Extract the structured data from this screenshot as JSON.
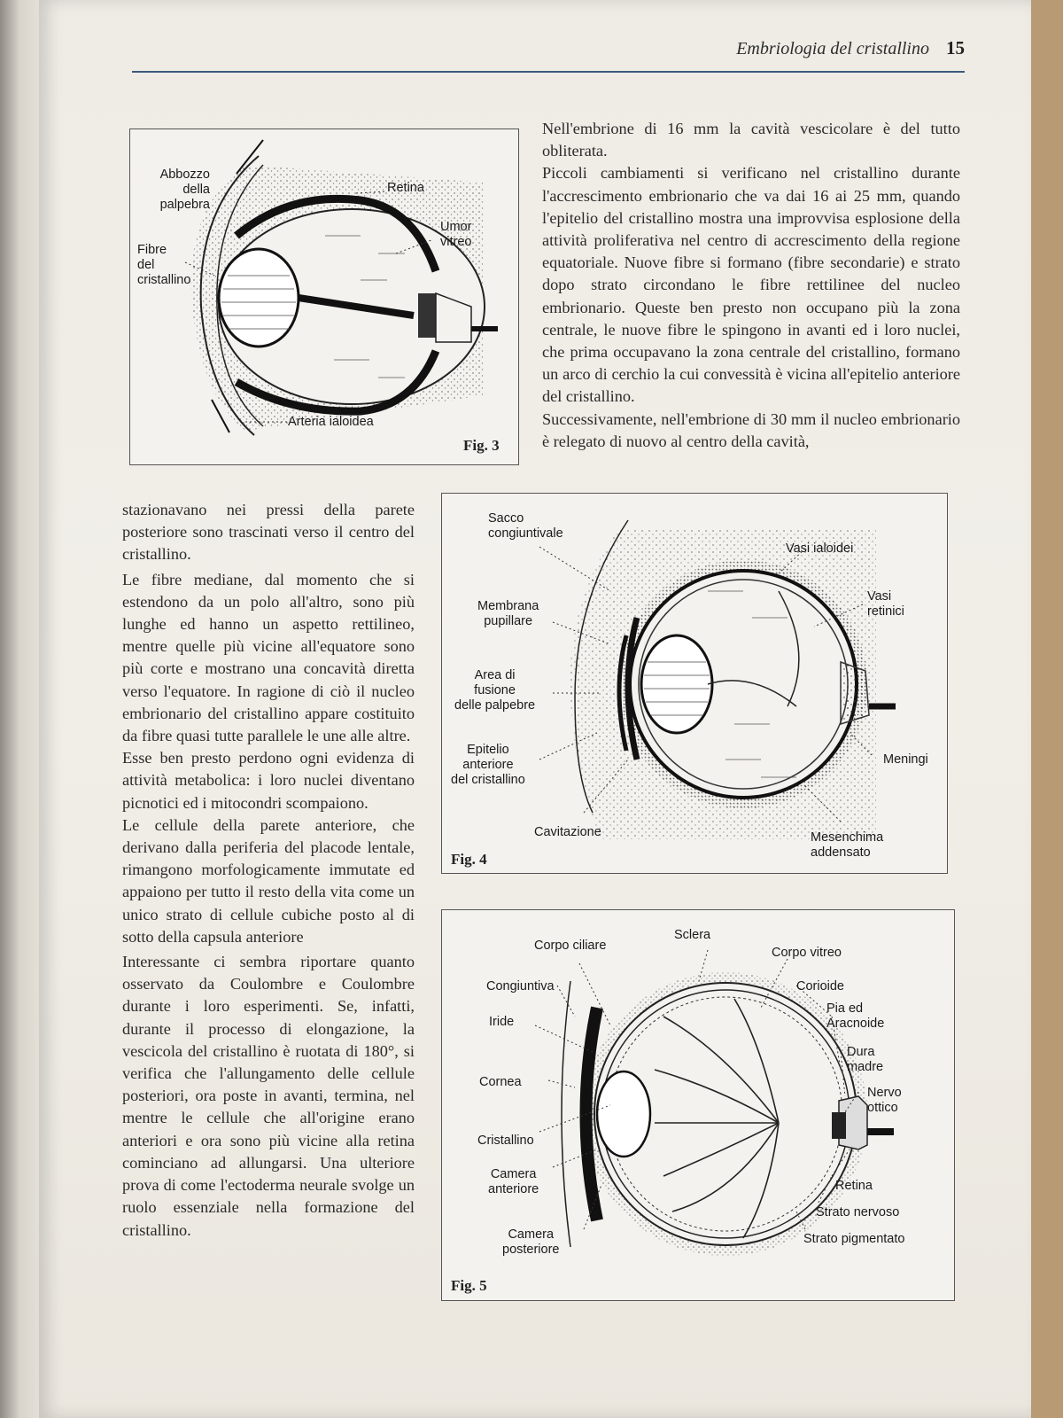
{
  "header": {
    "running_title": "Embriologia del cristallino",
    "page_number": "15"
  },
  "fig3": {
    "label": "Fig. 3",
    "abbozzo": "Abbozzo\ndella\npalpebra",
    "retina": "Retina",
    "umor": "Umor\nvitreo",
    "fibre": "Fibre\ndel\ncristallino",
    "arteria": "Arteria ialoidea"
  },
  "fig4": {
    "label": "Fig. 4",
    "sacco": "Sacco\ncongiuntivale",
    "vasi_ialoidei": "Vasi ialoidei",
    "vasi_retinici": "Vasi\nretinici",
    "membrana": "Membrana\npupillare",
    "area": "Area di\nfusione\ndelle palpebre",
    "epitelio": "Epitelio\nanteriore\ndel cristallino",
    "meningi": "Meningi",
    "cavitazione": "Cavitazione",
    "mesenchima": "Mesenchima\naddensato"
  },
  "fig5": {
    "label": "Fig. 5",
    "sclera": "Sclera",
    "corpo_ciliare": "Corpo ciliare",
    "corpo_vitreo": "Corpo vitreo",
    "congiuntiva": "Congiuntiva",
    "corioide": "Corioide",
    "iride": "Iride",
    "pia": "Pia ed\nAracnoide",
    "dura": "Dura\nmadre",
    "cornea": "Cornea",
    "nervo": "Nervo\nottico",
    "cristallino": "Cristallino",
    "camera_anteriore": "Camera\nanteriore",
    "retina": "Retina",
    "strato_nervoso": "Strato nervoso",
    "camera_posteriore": "Camera\nposteriore",
    "strato_pigmentato": "Strato pigmentato"
  },
  "right_text": {
    "p1": "Nell'embrione di 16 mm la cavità vescicolare è del tutto obliterata.",
    "p2": "Piccoli cambiamenti si verificano nel cristallino durante l'accrescimento embrionario che va dai 16 ai 25 mm, quando l'epitelio del cristallino mostra una improvvisa esplosione della attività proliferativa nel centro di accrescimento della regione equatoriale. Nuove fibre si formano (fibre secondarie) e strato dopo strato circondano le fibre rettilinee del nucleo embrionario. Queste ben presto non occupano più la zona centrale, le nuove fibre le spingono in avanti ed i loro nuclei, che prima occupavano la zona centrale del cristallino, formano un arco di cerchio la cui convessità è vicina all'epitelio anteriore del cristallino.",
    "p3": "Successivamente, nell'embrione di 30 mm il nucleo embrionario è relegato di nuovo al centro della cavità,"
  },
  "left_text": {
    "p1": "stazionavano nei pressi della parete posteriore sono trascinati verso il centro del cristallino.",
    "p2": "Le fibre mediane, dal momento che si estendono da un polo all'altro, sono più lunghe ed hanno un aspetto rettilineo, mentre quelle più vicine all'equatore sono più corte e mostrano una concavità diretta verso l'equatore. In ragione di ciò il nucleo embrionario del cristallino appare costituito da fibre quasi tutte parallele le une alle altre.",
    "p3": "Esse ben presto perdono ogni evidenza di attività metabolica: i loro nuclei diventano picnotici ed i mitocondri scompaiono.",
    "p4": "Le cellule della parete anteriore, che derivano dalla periferia del placode lentale, rimangono morfologicamente immutate ed appaiono per tutto il resto della vita come un unico strato di cellule cubiche posto al di sotto della capsula anteriore",
    "p5": "Interessante ci sembra riportare quanto osservato da Coulombre e Coulombre durante i loro esperimenti. Se, infatti, durante il processo di elongazione, la vescicola del cristallino è ruotata di 180°, si verifica che l'allungamento delle cellule posteriori, ora poste in avanti, termina, nel mentre le cellule che all'origine erano anteriori e ora sono più vicine alla retina cominciano ad allungarsi. Una ulteriore prova di come l'ectoderma neurale svolge un ruolo essenziale nella formazione del cristallino."
  }
}
